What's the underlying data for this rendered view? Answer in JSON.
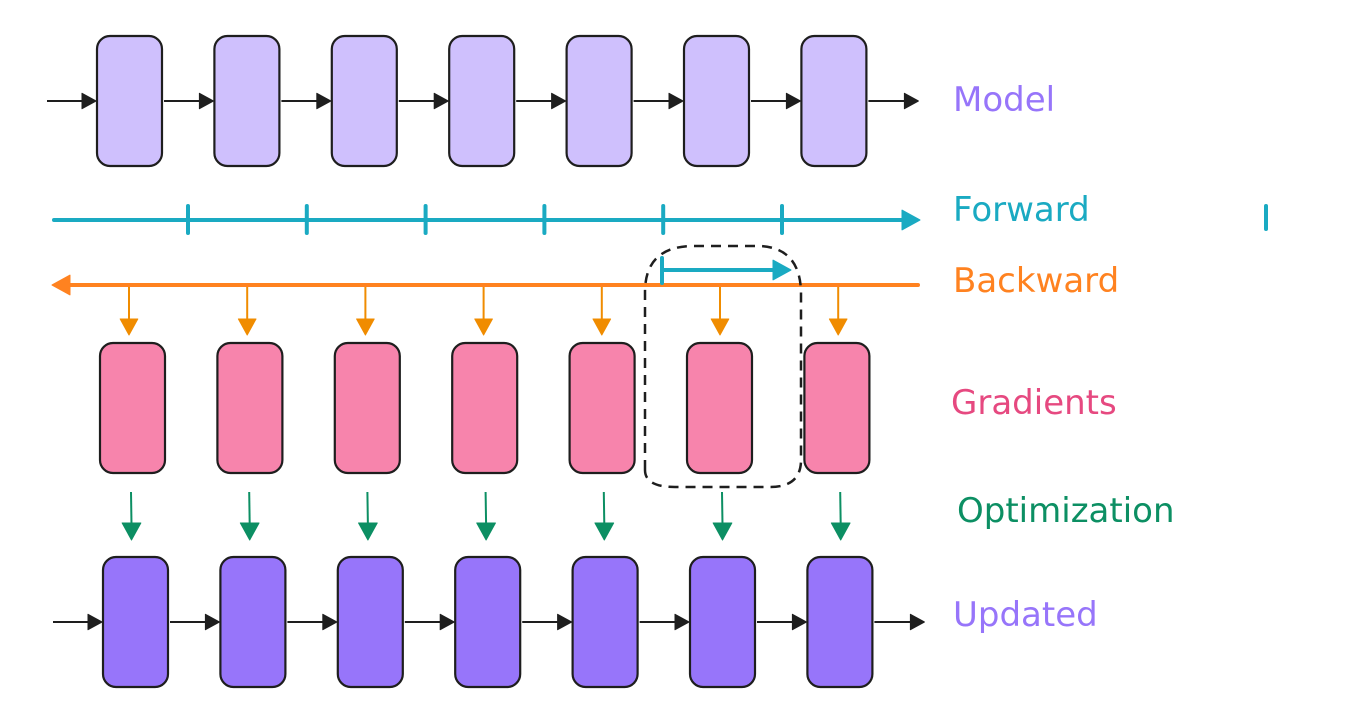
{
  "labels": {
    "model": "Model",
    "forward": "Forward",
    "backward": "Backward",
    "gradients": "Gradients",
    "optimization": "Optimization",
    "updated": "Updated"
  },
  "colors": {
    "model_fill": "#CFC0FD",
    "gradient_fill": "#F784AC",
    "updated_fill": "#9775FA",
    "box_stroke": "#1E1E1E",
    "forward": "#1AAAC2",
    "backward": "#FF8220",
    "backward_drop": "#F08C00",
    "optimization": "#0C8F63",
    "model_text": "#9775FA",
    "gradient_text": "#E64980",
    "dashed": "#1E1E1E"
  },
  "diagram": {
    "layers_per_row": 7,
    "rows": [
      "model",
      "gradients",
      "updated"
    ],
    "forward_segments": 7,
    "highlighted_layer_index": 5,
    "highlight_description": "Dashed region grouping the forward step and gradient of layer 6"
  }
}
